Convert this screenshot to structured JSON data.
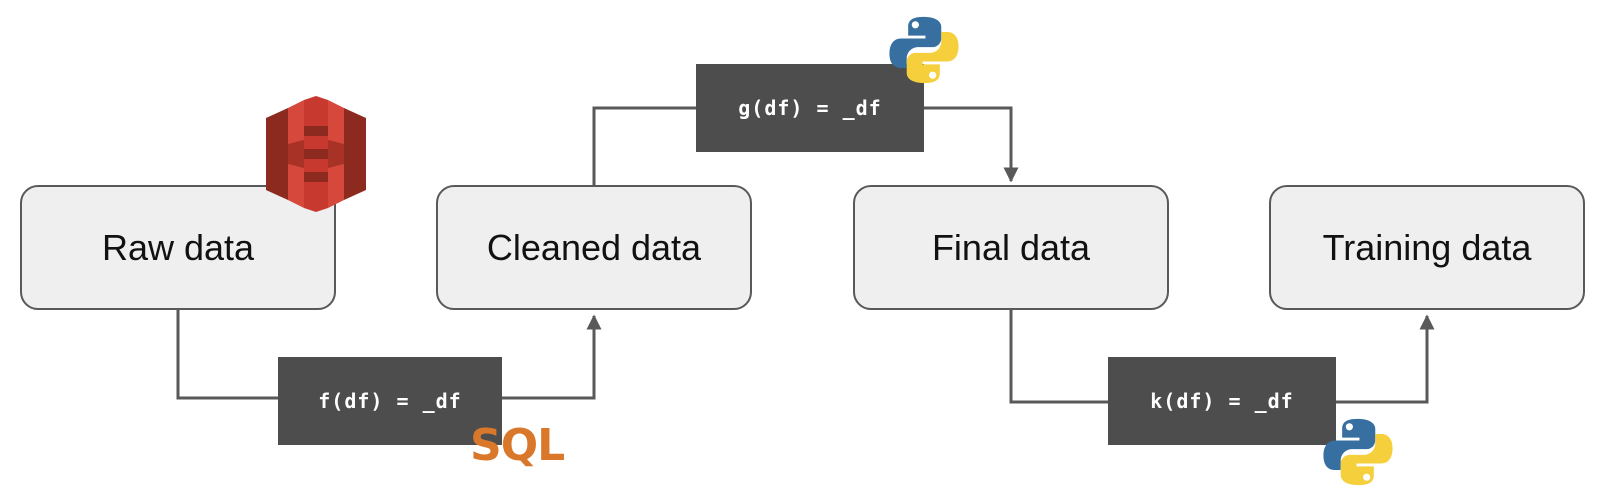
{
  "nodes": {
    "raw": "Raw data",
    "cleaned": "Cleaned data",
    "final": "Final data",
    "training": "Training data"
  },
  "functions": {
    "f": "f(df) = _df",
    "g": "g(df) = _df",
    "k": "k(df) = _df"
  },
  "logos": {
    "sql_text": "SQL",
    "storage_icon": "aws-s3-icon",
    "python_icon": "python-icon"
  },
  "colors": {
    "node_fill": "#efefef",
    "node_border": "#595959",
    "function_fill": "#4d4d4d",
    "connector": "#595959",
    "sql_orange": "#d9772b",
    "s3_red": "#c7392e",
    "python_blue": "#366fa0",
    "python_yellow": "#f5cf3c"
  }
}
